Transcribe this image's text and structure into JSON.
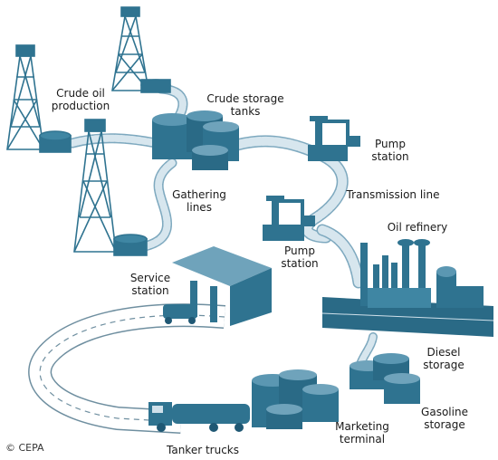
{
  "labels": {
    "crude_oil_production": [
      "Crude oil",
      "production"
    ],
    "crude_storage_tanks": [
      "Crude storage",
      "tanks"
    ],
    "pump_station_top": [
      "Pump",
      "station"
    ],
    "transmission_line": "Transmission line",
    "gathering_lines": [
      "Gathering",
      "lines"
    ],
    "pump_station_mid": [
      "Pump",
      "station"
    ],
    "oil_refinery": "Oil refinery",
    "service_station": [
      "Service",
      "station"
    ],
    "diesel_storage": [
      "Diesel",
      "storage"
    ],
    "gasoline_storage": [
      "Gasoline",
      "storage"
    ],
    "marketing_terminal": [
      "Marketing",
      "terminal"
    ],
    "tanker_trucks": "Tanker trucks"
  },
  "credit": "© CEPA",
  "colors": {
    "steel": "#2f7390",
    "steel_dark": "#1f5874",
    "steel_light": "#6fa3bb",
    "pipe": "#cfe0ea",
    "pipe_edge": "#7ea9bf"
  }
}
